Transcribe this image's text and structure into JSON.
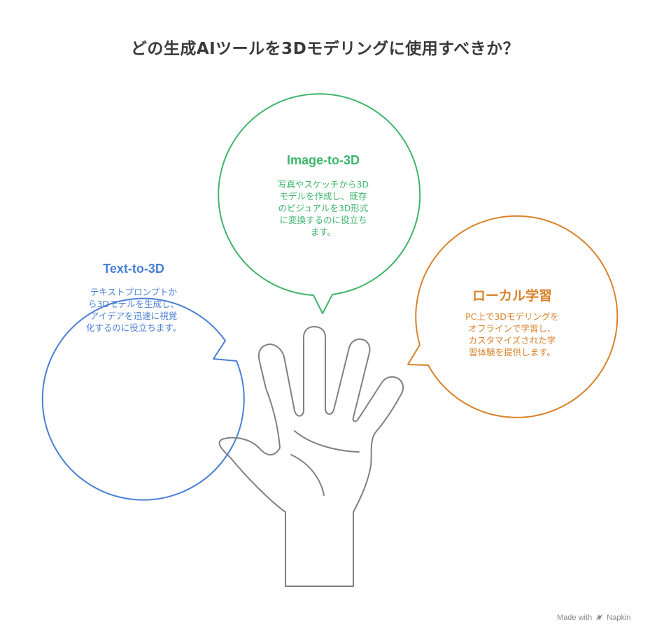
{
  "title": "どの生成AIツールを3Dモデリングに使用すべきか？",
  "bubbles": {
    "text_to_3d": {
      "title": "Text-to-3D",
      "lines": [
        "テキストプロンプトか",
        "ら3Dモデルを生成し、",
        "アイデアを迅速に視覚",
        "化するのに役立ちます。"
      ],
      "color": "#4a7fd6"
    },
    "image_to_3d": {
      "title": "Image-to-3D",
      "lines": [
        "写真やスケッチから3D",
        "モデルを作成し、既存",
        "のビジュアルを3D形式",
        "に変換するのに役立ち",
        "ます。"
      ],
      "color": "#3fb56c"
    },
    "local_learning": {
      "title": "ローカル学習",
      "lines": [
        "PC上で3Dモデリングを",
        "オフラインで学習し、",
        "カスタマイズされた学",
        "習体験を提供します。"
      ],
      "color": "#d9822b"
    }
  },
  "footer": {
    "prefix": "Made with",
    "brand": "Napkin"
  },
  "colors": {
    "hand_stroke": "#808080",
    "title": "#3a3a3a"
  }
}
